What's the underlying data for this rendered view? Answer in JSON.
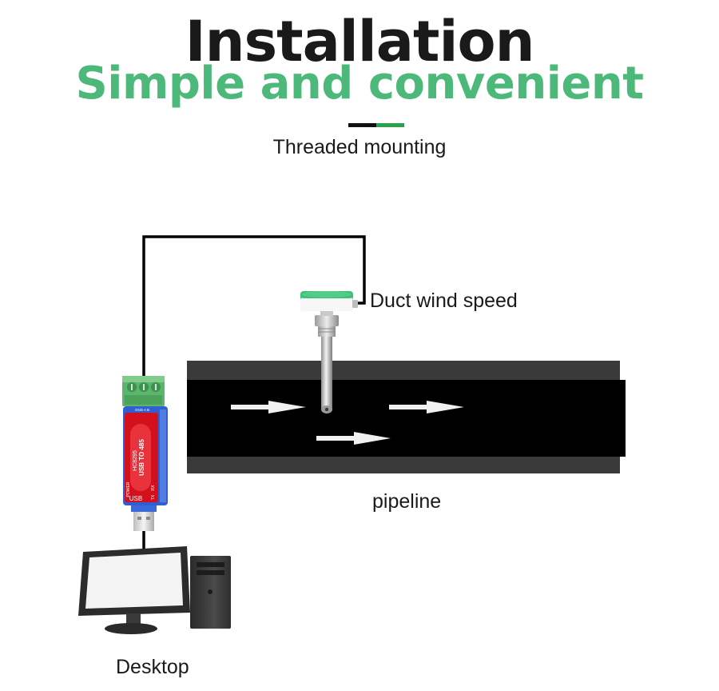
{
  "header": {
    "title": "Installation",
    "subtitle": "Simple and convenient",
    "caption": "Threaded mounting"
  },
  "diagram": {
    "sensor_label": "Duct wind speed",
    "pipeline_label": "pipeline",
    "computer_label": "Desktop",
    "converter_text": {
      "model": "HC8295",
      "function": "USB TO 485",
      "usb": "USB",
      "power": "POWER",
      "rx": "RX",
      "tx": "TX",
      "pins": "GND A B"
    }
  },
  "colors": {
    "title": "#1a1a1a",
    "accent_green": "#4cb87a",
    "divider_dark": "#111111",
    "divider_green": "#27a34c",
    "pipe_wall": "#3a3a3a",
    "pipe_inner": "#000000",
    "wire": "#000000",
    "converter_red": "#d3101c",
    "converter_blue": "#2f5fd0",
    "terminal_green": "#5bb56a",
    "sensor_green": "#3fbf78"
  }
}
